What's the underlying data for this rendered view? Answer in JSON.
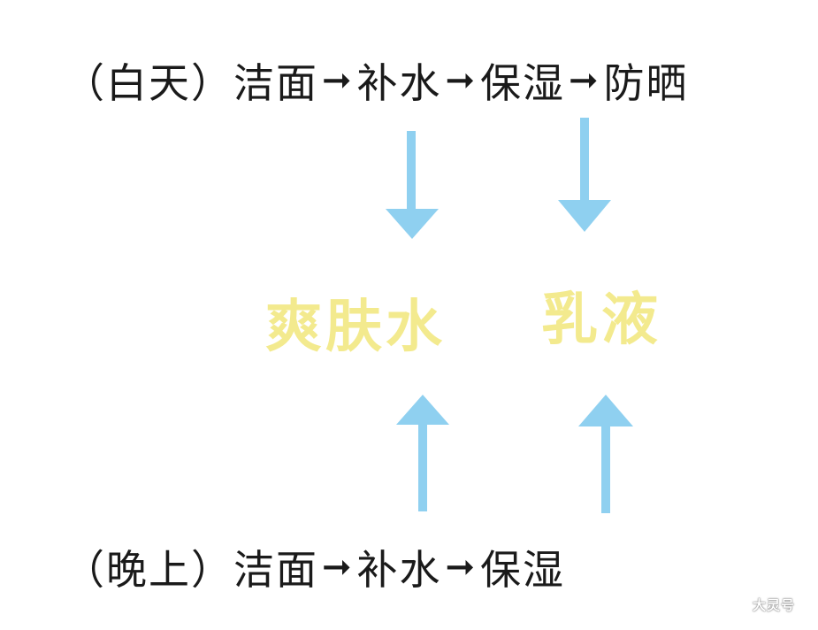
{
  "day": {
    "label": "（白天）",
    "steps": [
      "洁面",
      "补水",
      "保湿",
      "防晒"
    ]
  },
  "night": {
    "label": "（晚上）",
    "steps": [
      "洁面",
      "补水",
      "保湿"
    ]
  },
  "chain_arrow_glyph": "➞",
  "products": {
    "toner": "爽肤水",
    "lotion": "乳液"
  },
  "watermark": "大灵号",
  "colors": {
    "text": "#1a1a1a",
    "arrow": "#8fd0f0",
    "product": "#f3ea8e"
  }
}
